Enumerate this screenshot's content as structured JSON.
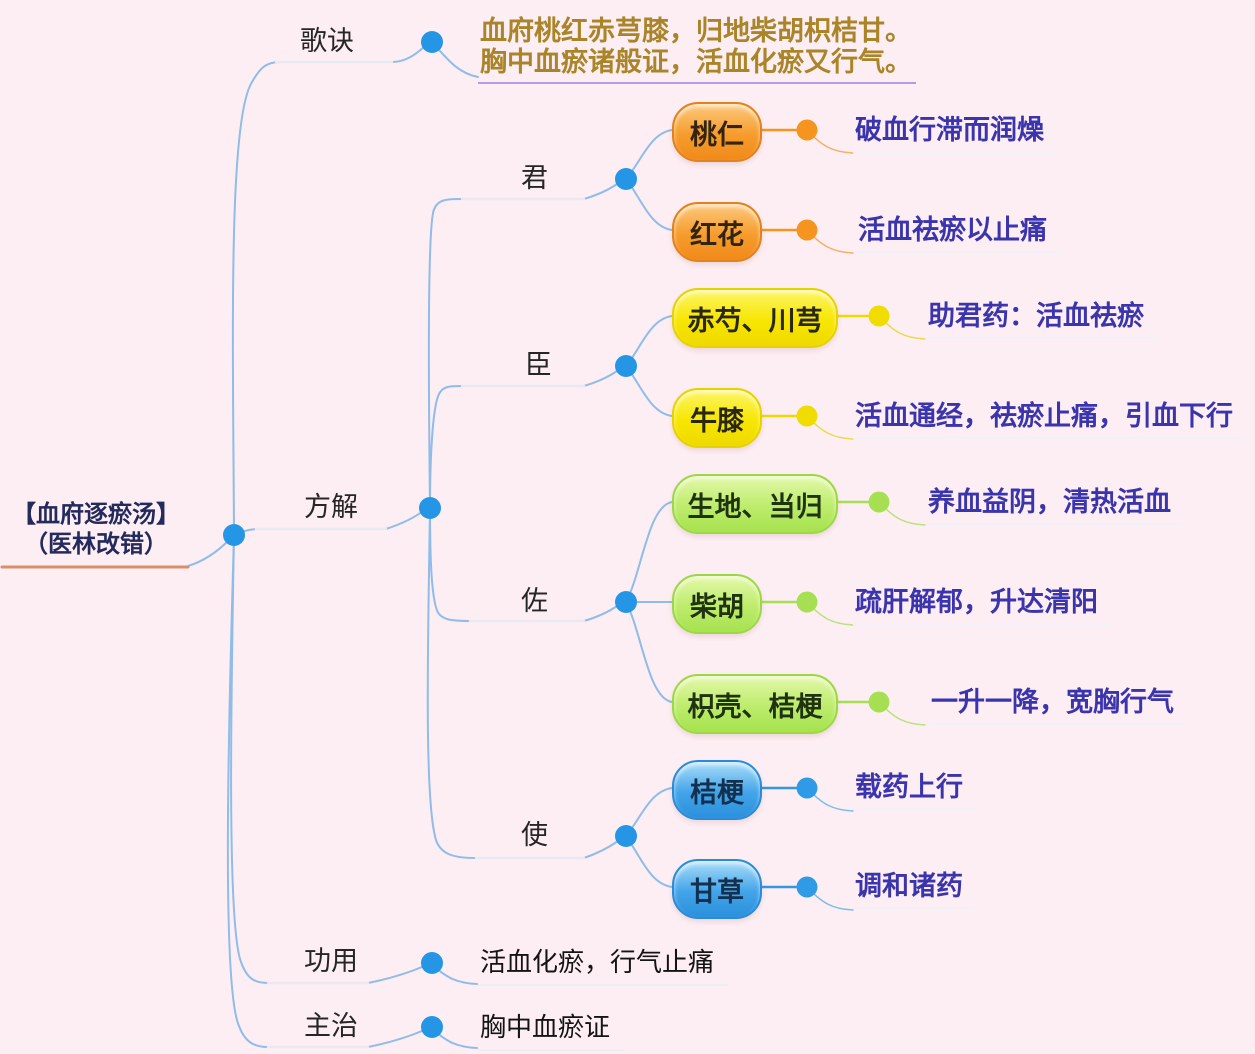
{
  "title_node": {
    "line1": "【血府逐瘀汤】",
    "line2": "（医林改错）"
  },
  "branches": {
    "gejue": {
      "label": "歌诀",
      "content_line1": "血府桃红赤芎膝，归地柴胡枳桔甘。",
      "content_line2": "胸中血瘀诸般证，活血化瘀又行气。"
    },
    "fangjie": {
      "label": "方解",
      "groups": [
        {
          "label": "君",
          "accent": "#f5941e",
          "items": [
            {
              "name": "桃仁",
              "note": "破血行滞而润燥"
            },
            {
              "name": "红花",
              "note": "活血祛瘀以止痛"
            }
          ]
        },
        {
          "label": "臣",
          "accent": "#f0dc00",
          "items": [
            {
              "name": "赤芍、川芎",
              "note": "助君药：活血祛瘀"
            },
            {
              "name": "牛膝",
              "note": "活血通经，祛瘀止痛，引血下行"
            }
          ]
        },
        {
          "label": "佐",
          "accent": "#a6e052",
          "items": [
            {
              "name": "生地、当归",
              "note": "养血益阴，清热活血"
            },
            {
              "name": "柴胡",
              "note": "疏肝解郁，升达清阳"
            },
            {
              "name": "枳壳、桔梗",
              "note": "一升一降，宽胸行气"
            }
          ]
        },
        {
          "label": "使",
          "accent": "#2f9ae6",
          "items": [
            {
              "name": "桔梗",
              "note": "载药上行"
            },
            {
              "name": "甘草",
              "note": "调和诸药"
            }
          ]
        }
      ]
    },
    "gongyong": {
      "label": "功用",
      "value": "活血化瘀，行气止痛"
    },
    "zhuzhi": {
      "label": "主治",
      "value": "胸中血瘀证"
    }
  },
  "colors": {
    "background": "#fdeef3",
    "branch_line": "#8fbce8",
    "node_dot": "#2596e6",
    "root_underline": "#d9906a",
    "verse_text": "#aa8428",
    "verse_underline": "#b79be2",
    "note_text": "#3a34ad"
  }
}
